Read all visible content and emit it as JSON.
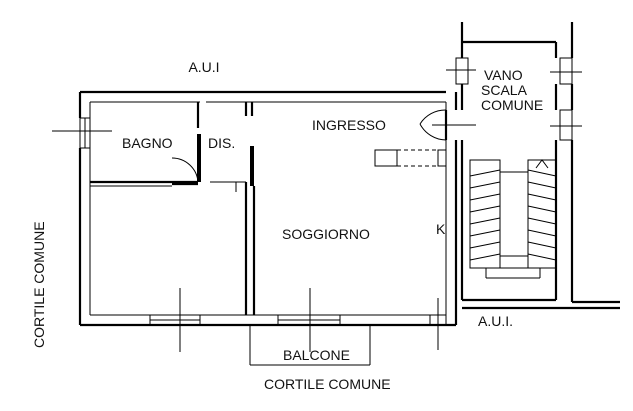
{
  "labels": {
    "aui_top": "A.U.I",
    "vano": "VANO",
    "scala": "SCALA",
    "comune": "COMUNE",
    "ingresso": "INGRESSO",
    "bagno": "BAGNO",
    "dis": "DIS.",
    "soggiorno": "SOGGIORNO",
    "kitchen": "K",
    "cortile_left": "CORTILE COMUNE",
    "aui_bottom": "A.U.I.",
    "balcone": "BALCONE",
    "cortile_bottom": "CORTILE COMUNE"
  },
  "colors": {
    "ink": "#000000",
    "background": "#ffffff"
  }
}
